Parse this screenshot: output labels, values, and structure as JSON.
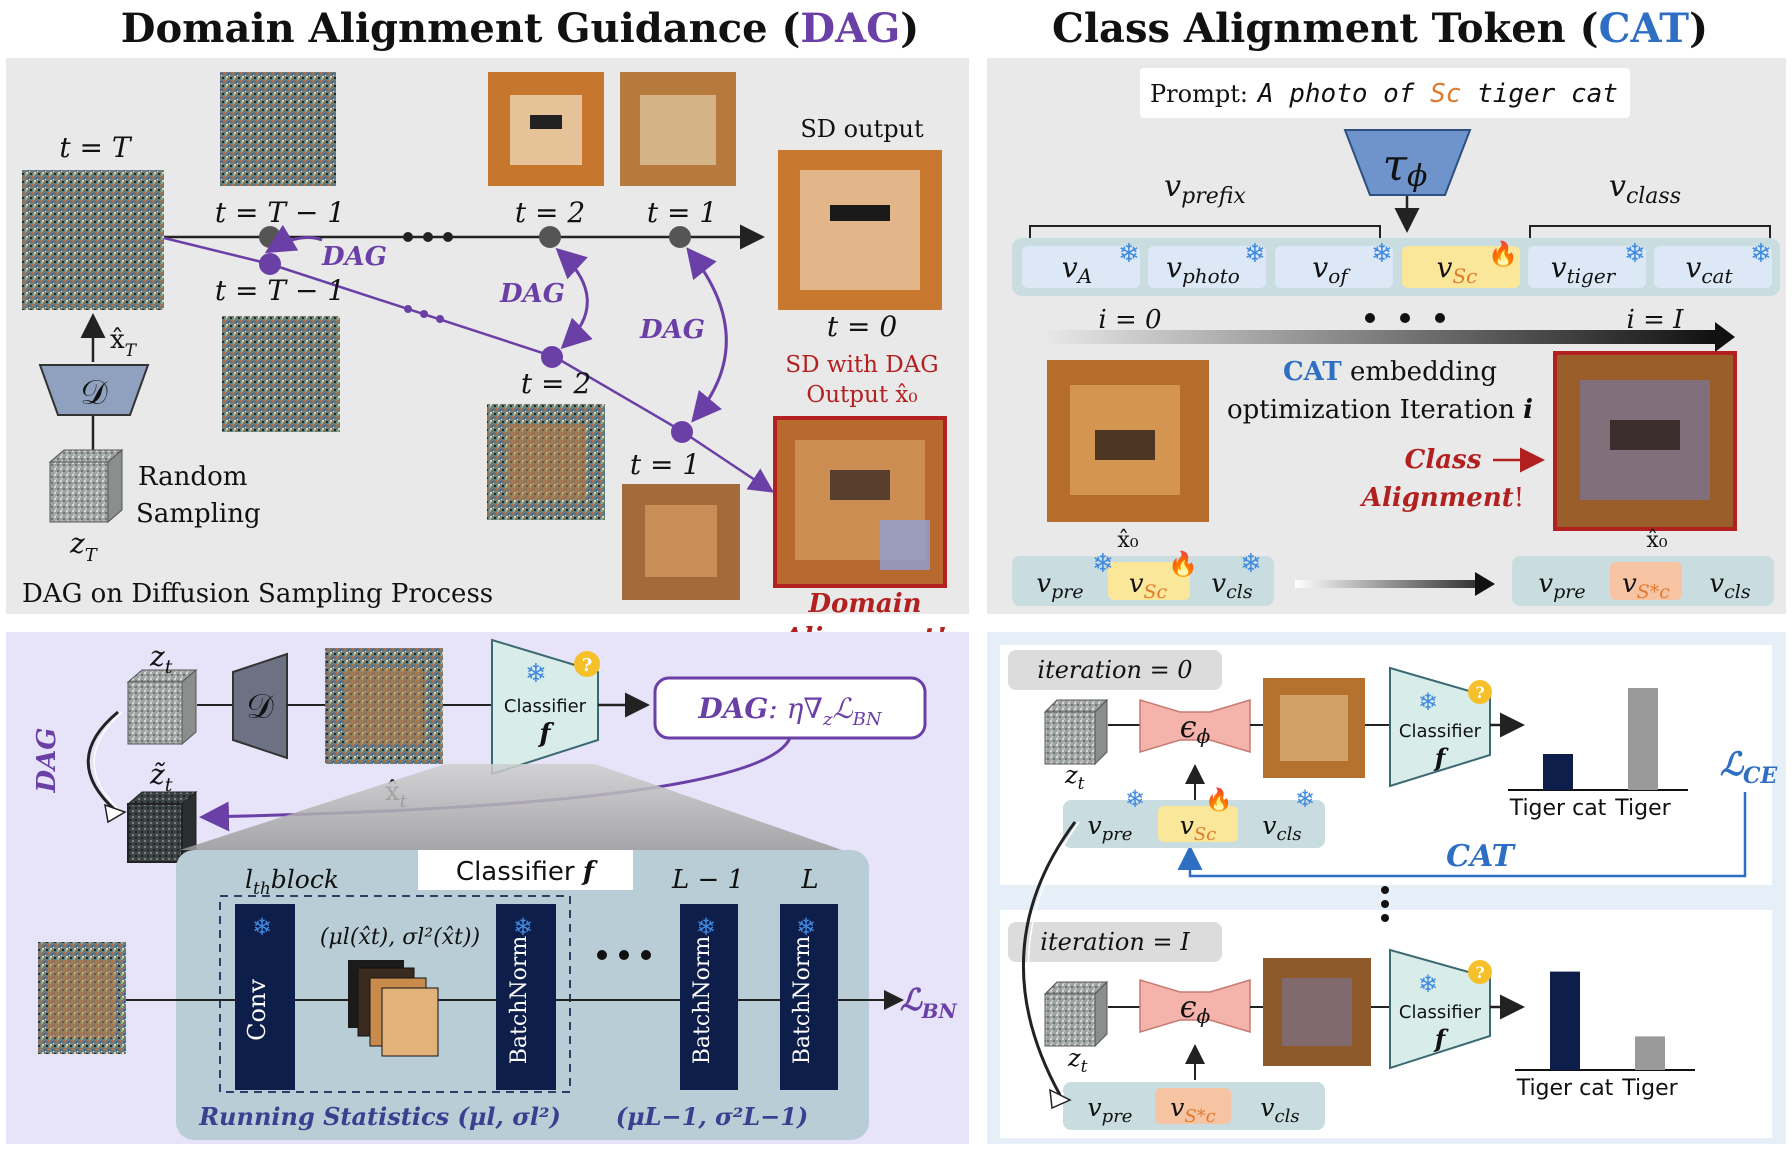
{
  "colors": {
    "dag_purple": "#6a3fa6",
    "cat_blue": "#2e6fc4",
    "alert_red": "#b22020",
    "panel_gray": "#e9e9e9",
    "panel_lavender": "#e7e3f8",
    "panel_lightblue": "#e6eef8",
    "token_fill": "#dce8f5",
    "token_yellow": "#fbe79a",
    "token_orange": "#f6c4a3",
    "encoder_fill": "#8fa1be",
    "classifier_fill": "#d8ecea",
    "unet_fill": "#f4b3ab",
    "bar_dark": "#0d1e4a",
    "bar_gray": "#9a9a9a"
  },
  "titles": {
    "dag_main": "Domain Alignment Guidance (",
    "dag_abbr": "DAG",
    "dag_close": ")",
    "cat_main": "Class Alignment Token (",
    "cat_abbr": "CAT",
    "cat_close": ")"
  },
  "dag_panel": {
    "t_T": "t = T",
    "t_Tm1_top": "t = T − 1",
    "t_2_top": "t = 2",
    "t_1_top": "t = 1",
    "t_Tm1_bottom": "t = T − 1",
    "t_2_bottom": "t = 2",
    "t_1_bottom": "t = 1",
    "t_0": "t = 0",
    "dag_label_1": "DAG",
    "dag_label_2": "DAG",
    "dag_label_3": "DAG",
    "sd_output": "SD output",
    "sd_with_dag_1": "SD with DAG",
    "sd_with_dag_2": "Output  x̂₀",
    "x_T": "x̂",
    "x_T_sub": "T",
    "decoder": "𝒟",
    "random_1": "Random",
    "random_2": "Sampling",
    "z_T": "z",
    "z_T_sub": "T",
    "caption": "DAG on Diffusion Sampling Process",
    "domain_1": "Domain",
    "domain_2": "Alignment!"
  },
  "cat_panel": {
    "prompt_label": "Prompt:",
    "prompt_text_a": "A photo of ",
    "prompt_sc": "Sc",
    "prompt_text_b": " tiger cat",
    "encoder": "τ",
    "encoder_sub": "ϕ",
    "v_prefix": "v",
    "v_prefix_sub": "prefix",
    "v_class": "v",
    "v_class_sub": "class",
    "tokens": [
      {
        "v": "v",
        "sub": "A"
      },
      {
        "v": "v",
        "sub": "photo"
      },
      {
        "v": "v",
        "sub": "of"
      },
      {
        "v": "v",
        "sub": "Sc"
      },
      {
        "v": "v",
        "sub": "tiger"
      },
      {
        "v": "v",
        "sub": "cat"
      }
    ],
    "i_0": "i = 0",
    "i_I": "i = I",
    "cat_word": "CAT",
    "embedding": " embedding",
    "optimization": "optimization Iteration ",
    "i_bold": "i",
    "class_1": "Class",
    "class_2": "Alignment",
    "class_bang": "!",
    "x0_left": "x̂₀",
    "x0_right": "x̂₀",
    "v_pre": "v",
    "pre_sub": "pre",
    "sc_sub": "Sc",
    "cls_sub": "cls",
    "sstar_sub": "S*c"
  },
  "bn_panel": {
    "z_t": "z",
    "z_t_sub": "t",
    "z_tilde": "z̃",
    "z_tilde_sub": "t",
    "decoder": "𝒟",
    "classifier_1": "Classifier",
    "classifier_f": "f",
    "question": "?",
    "dag_formula_a": "DAG",
    "dag_formula_b": ": η∇",
    "dag_formula_sub": "z",
    "dag_formula_c": "ℒ",
    "dag_formula_sub2": "BN",
    "dag_side": "DAG",
    "x_t": "x̂",
    "x_t_sub": "t",
    "lth_block": "l",
    "lth_sub": "th",
    "lth_rest": "block",
    "classifier_header": "Classifier ",
    "classifier_header_f": "f",
    "stats": "(μ",
    "stats_full": "(μl(x̂t), σl²(x̂t))",
    "L_minus_1": "L − 1",
    "L": "L",
    "conv": "Conv",
    "batchnorm": "BatchNorm",
    "l_bn": "ℒ",
    "l_bn_sub": "BN",
    "running": "Running Statistics (μl, σl²)",
    "running_last": "(μL−1, σ²L−1)"
  },
  "iter_panel": {
    "iter_0": "iteration = 0",
    "iter_I": "iteration = I",
    "z_t": "z",
    "z_t_sub": "t",
    "unet": "ϵ",
    "unet_sub": "ϕ",
    "classifier": "Classifier",
    "f": "f",
    "l_ce": "ℒ",
    "l_ce_sub": "CE",
    "cat": "CAT",
    "bar_labels": [
      "Tiger cat",
      "Tiger"
    ]
  },
  "chart_data": [
    {
      "type": "bar",
      "categories": [
        "Tiger cat",
        "Tiger"
      ],
      "values": [
        0.3,
        0.85
      ],
      "ylim": [
        0,
        1
      ]
    },
    {
      "type": "bar",
      "categories": [
        "Tiger cat",
        "Tiger"
      ],
      "values": [
        0.82,
        0.28
      ],
      "ylim": [
        0,
        1
      ]
    }
  ]
}
